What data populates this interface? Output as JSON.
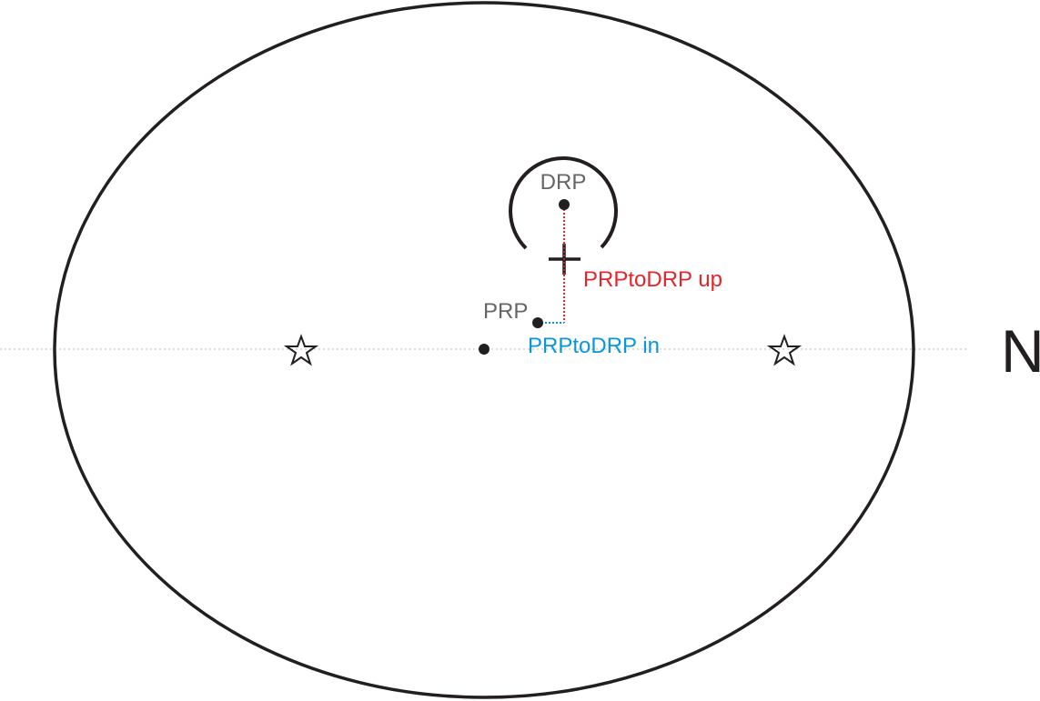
{
  "labels": {
    "drp": "DRP",
    "prp": "PRP",
    "up": "PRPtoDRP up",
    "in": "PRPtoDRP in",
    "north": "N"
  },
  "colors": {
    "outline": "#231f20",
    "label_gray": "#666666",
    "up_red": "#e3262a",
    "in_blue": "#0a96dc",
    "axis_gray": "#bbbbbb"
  }
}
